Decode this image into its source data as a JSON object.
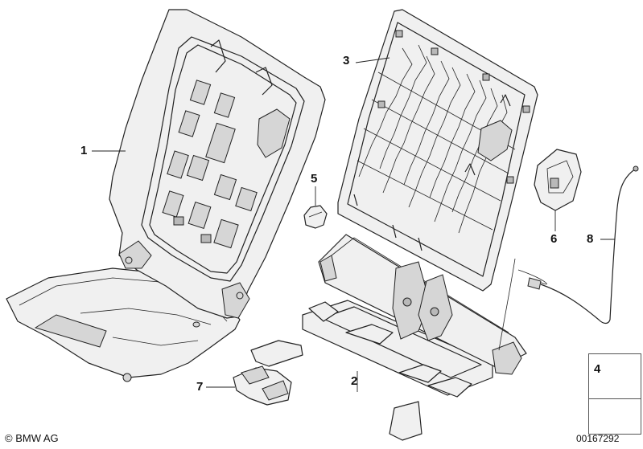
{
  "callouts": {
    "c1": "1",
    "c2": "2",
    "c3": "3",
    "c4": "4",
    "c5": "5",
    "c6": "6",
    "c7": "7",
    "c8": "8"
  },
  "copyright": {
    "symbol": "©",
    "text": "BMW AG"
  },
  "diagram_id": "00167292",
  "colors": {
    "line": "#222222",
    "fill_light": "#f2f2f2",
    "fill_mid": "#d9d9d9",
    "fill_dark": "#bdbdbd"
  }
}
